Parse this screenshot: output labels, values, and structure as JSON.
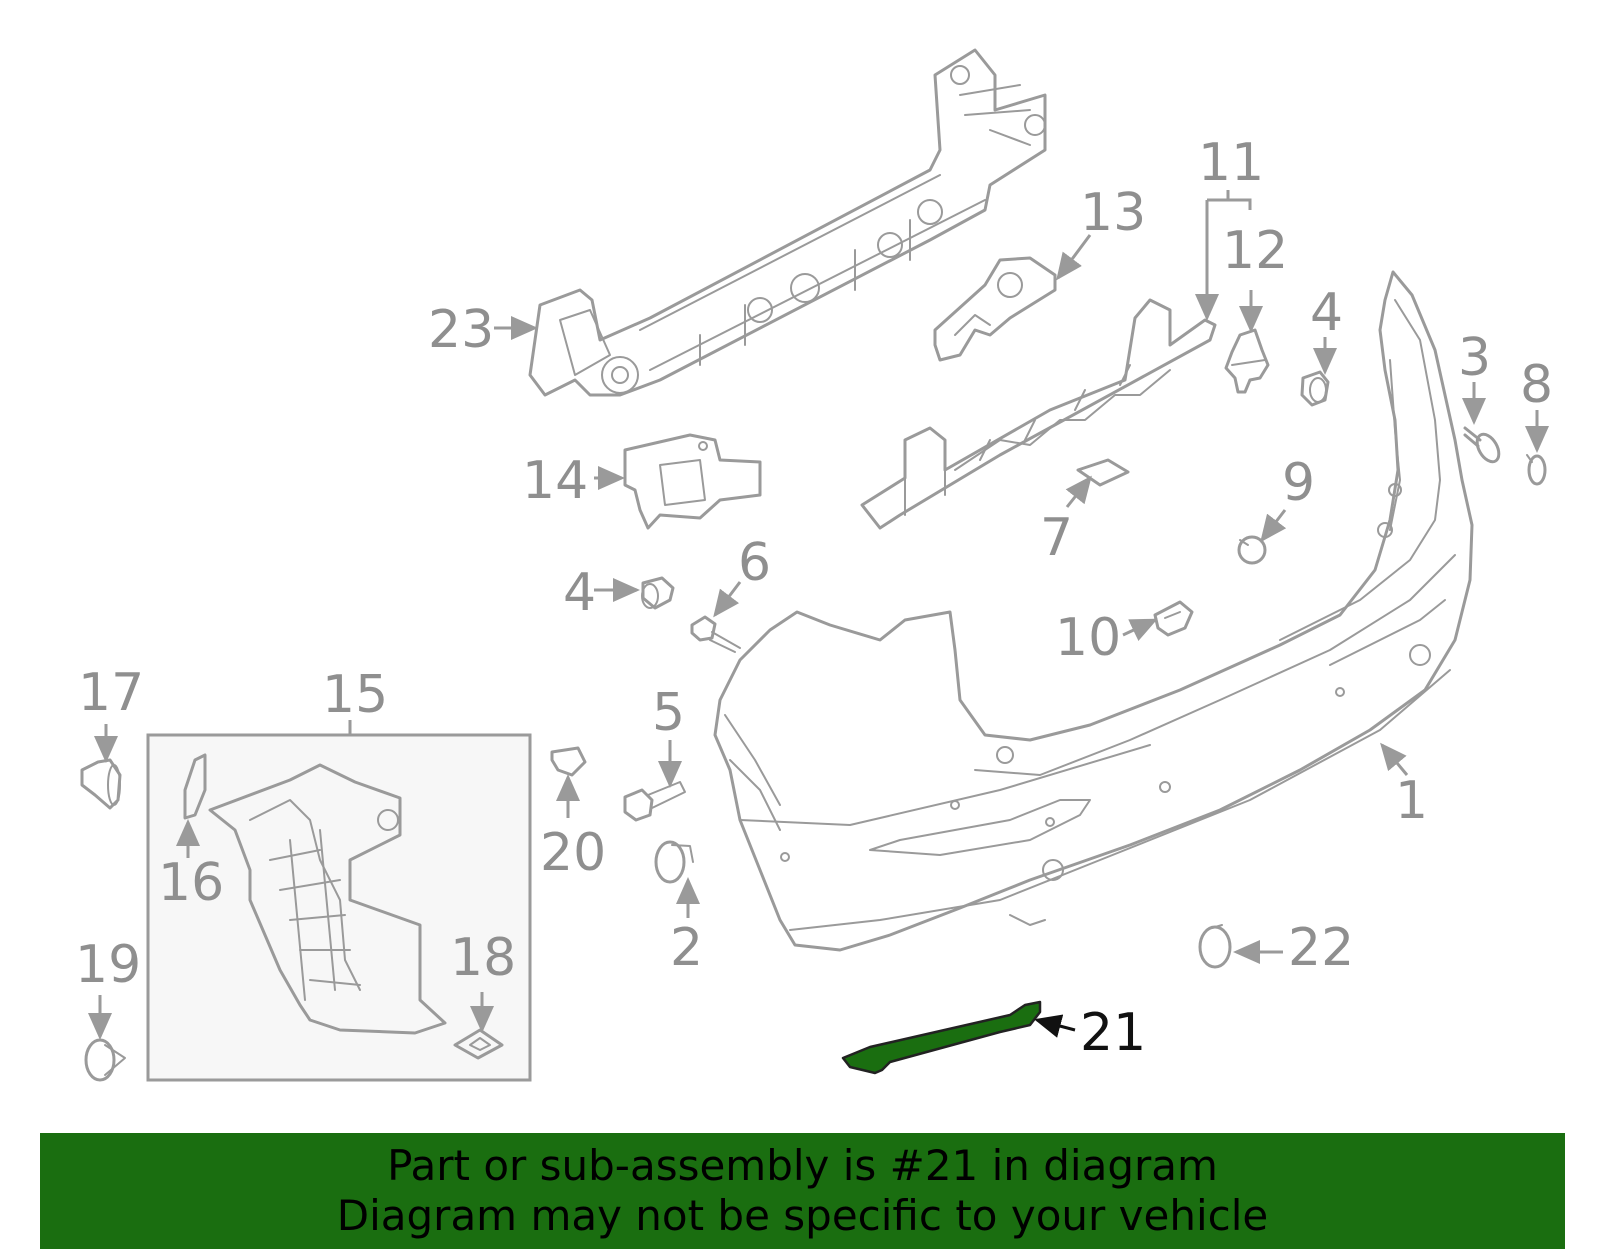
{
  "callouts": {
    "c1": "1",
    "c2": "2",
    "c3": "3",
    "c4a": "4",
    "c4b": "4",
    "c5": "5",
    "c6": "6",
    "c7": "7",
    "c8": "8",
    "c9": "9",
    "c10": "10",
    "c11": "11",
    "c12": "12",
    "c13": "13",
    "c14": "14",
    "c15": "15",
    "c16": "16",
    "c17": "17",
    "c18": "18",
    "c19": "19",
    "c20": "20",
    "c21": "21",
    "c22": "22",
    "c23": "23"
  },
  "highlighted_part": "21",
  "colors": {
    "highlight": "#1a6e10",
    "banner_background": "#1a6e10",
    "line_art": "#9a9a9a",
    "active_label": "#111111"
  },
  "banner": {
    "line1": "Part or sub-assembly is #21 in diagram",
    "line2": "Diagram may not be specific to your vehicle"
  }
}
